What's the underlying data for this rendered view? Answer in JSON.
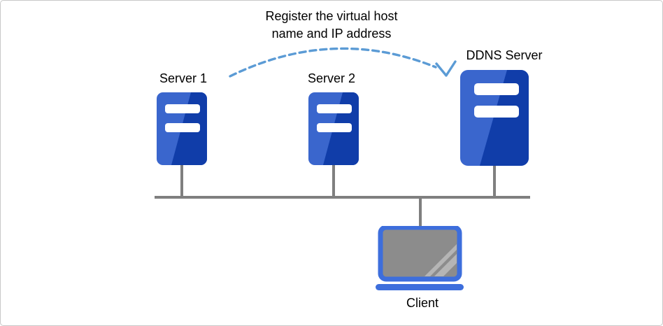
{
  "page": {
    "background": "#ffffff",
    "border_color": "#c8c8c8"
  },
  "diagram": {
    "annotation": {
      "text": "Register the virtual host\nname and IP address"
    },
    "servers": [
      {
        "label": "Server 1"
      },
      {
        "label": "Server 2"
      },
      {
        "label": "DDNS Server"
      }
    ],
    "client": {
      "label": "Client"
    },
    "colors": {
      "server_light_blue": "#3A66CD",
      "server_dark_blue": "#103DA9",
      "server_bar_white": "#ffffff",
      "laptop_blue": "#3D6EDC",
      "screen_gray": "#8C8C8C",
      "stripe_gray": "#B5B5B5",
      "line_gray": "#7F7F7F",
      "arrow_blue": "#5B9BD5"
    }
  }
}
